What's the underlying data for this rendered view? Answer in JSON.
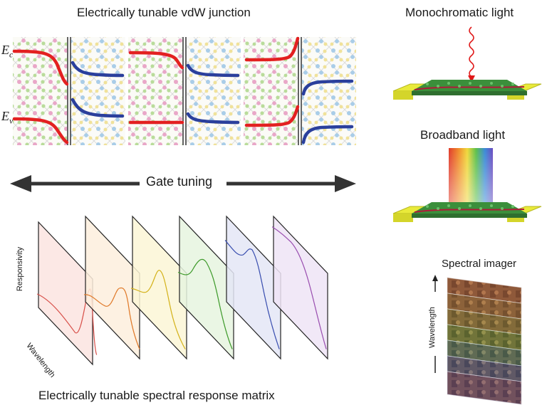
{
  "titles": {
    "junction": "Electrically tunable vdW junction",
    "mono": "Monochromatic light",
    "broadband": "Broadband light",
    "imager": "Spectral imager",
    "matrix": "Electrically tunable spectral response matrix"
  },
  "band_labels": {
    "ec_main": "E",
    "ec_sub": "c",
    "ev_main": "E",
    "ev_sub": "v"
  },
  "gate_label": "Gate tuning",
  "axis_labels": {
    "responsivity": "Responsivity",
    "wavelength": "Wavelength",
    "imager_wavelength": "Wavelength"
  },
  "colors": {
    "p_band": "#e32020",
    "n_band": "#2a3f9c",
    "atom_pink": "#e9a7c8",
    "atom_green": "#b9dc9a",
    "atom_blue": "#a9cde8",
    "atom_yellow": "#f0e29a",
    "electrode": "#e9ea3a",
    "photon": "#e01818",
    "arrow": "#333333",
    "curves": [
      "#d8504a",
      "#e07a2a",
      "#d4b21a",
      "#3f9b2c",
      "#3a4fb0",
      "#9a4fb0"
    ],
    "panels": [
      "#fbe4e0",
      "#fdeedd",
      "#fbf6d6",
      "#e6f4df",
      "#e4e6f6",
      "#efe4f6"
    ],
    "rainbow": [
      "#e03a2a",
      "#f08a2a",
      "#f0d83a",
      "#5cc04a",
      "#3a8ad8",
      "#6a4ac0"
    ]
  },
  "icons": [
    "gate-arrow-double-icon",
    "photon-wave-icon",
    "rainbow-beam-icon",
    "wavelength-arrow-icon"
  ]
}
